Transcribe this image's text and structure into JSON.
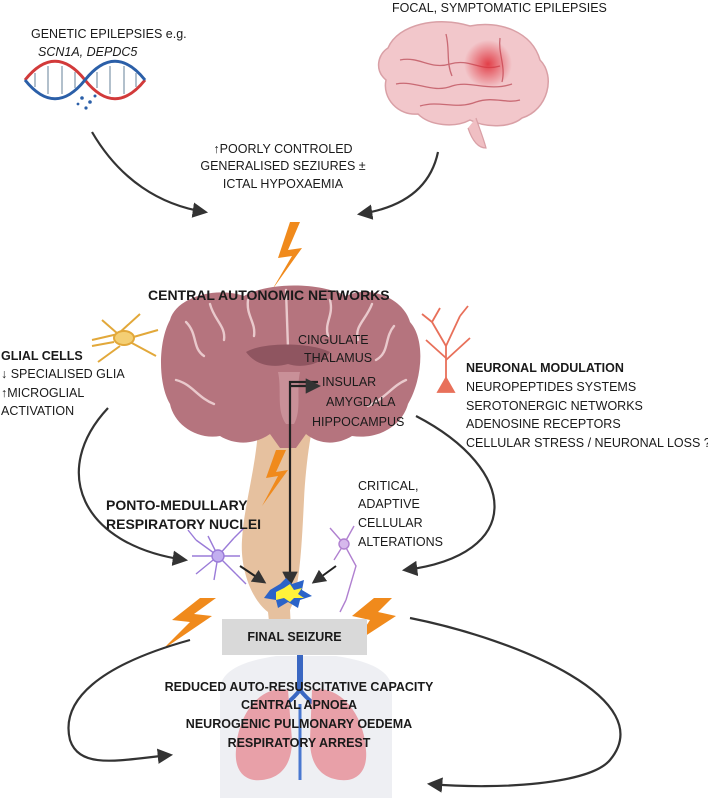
{
  "labels": {
    "genetic_title": "GENETIC EPILEPSIES e.g.",
    "genetic_genes": "SCN1A, DEPDC5",
    "focal_title": "FOCAL, SYMPTOMATIC EPILEPSIES",
    "seizures": [
      "↑POORLY CONTROLED",
      "GENERALISED SEZIURES ±",
      "ICTAL HYPOXAEMIA"
    ],
    "central_autonomic": "CENTRAL AUTONOMIC NETWORKS",
    "brain_regions": [
      "CINGULATE",
      "THALAMUS",
      "INSULAR",
      "AMYGDALA",
      "HIPPOCAMPUS"
    ],
    "glial_title": "GLIAL CELLS",
    "glial_items": [
      "↓ SPECIALISED GLIA",
      "↑MICROGLIAL",
      "ACTIVATION"
    ],
    "neuronal_title": "NEURONAL MODULATION",
    "neuronal_items": [
      "NEUROPEPTIDES SYSTEMS",
      "SEROTONERGIC NETWORKS",
      "ADENOSINE RECEPTORS",
      "CELLULAR STRESS / NEURONAL LOSS ?"
    ],
    "ponto": [
      "PONTO-MEDULLARY",
      "RESPIRATORY NUCLEI"
    ],
    "critical": [
      "CRITICAL,",
      "ADAPTIVE",
      "CELLULAR",
      "ALTERATIONS"
    ],
    "final_seizure": "FINAL SEIZURE",
    "outcomes": [
      "REDUCED AUTO-RESUSCITATIVE CAPACITY",
      "CENTRAL APNOEA",
      "NEUROGENIC PULMONARY OEDEMA",
      "RESPIRATORY ARREST"
    ]
  },
  "colors": {
    "lightning": "#f08a1c",
    "brain_section": "#b5747e",
    "brainstem": "#e6c19f",
    "brain_3d": "#f2c7cb",
    "lungs": "#e8a0a8",
    "arrow": "#333333",
    "glia": "#e2a83a",
    "neuron": "#e8705a",
    "microglia": "#9a7bd8"
  },
  "icons": [
    "dna-icon",
    "brain-3d-icon",
    "lightning-icon",
    "brain-coronal-section-icon",
    "brainstem-icon",
    "glial-cell-icon",
    "neuron-icon",
    "microglia-icon",
    "lungs-torso-icon",
    "explosion-icon"
  ]
}
